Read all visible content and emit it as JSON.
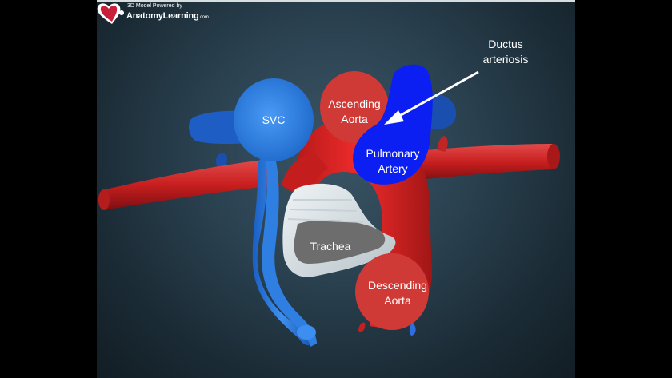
{
  "brand": {
    "caption": "3D Model Powered by",
    "name": "AnatomyLearning",
    "suffix": ".com"
  },
  "labels": {
    "svc": "SVC",
    "ascending_line1": "Ascending",
    "ascending_line2": "Aorta",
    "ductus_line1": "Ductus",
    "ductus_line2": "arteriosis",
    "pulmonary_line1": "Pulmonary",
    "pulmonary_line2": "Artery",
    "trachea": "Trachea",
    "descending_line1": "Descending",
    "descending_line2": "Aorta"
  },
  "colors": {
    "aorta_red": "#d42a2a",
    "aorta_label_red": "#c9403a",
    "svc_blue": "#2a78d6",
    "pulmonary_blue": "#0c1ff0",
    "trachea": "#dfe6ea"
  }
}
